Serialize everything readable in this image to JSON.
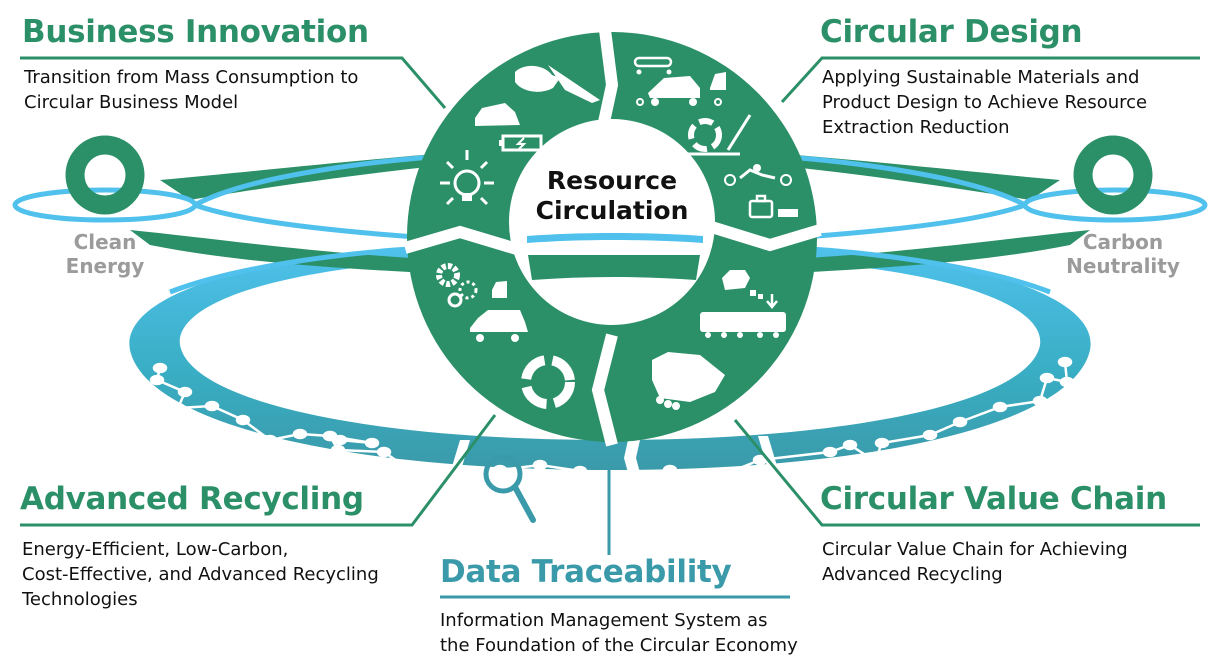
{
  "colors": {
    "green": "#2b9068",
    "teal": "#3a9aa9",
    "sky_blue": "#4fc1ec",
    "gray_label": "#9b9b9b",
    "text": "#111111"
  },
  "center": {
    "label_line1": "Resource",
    "label_line2": "Circulation"
  },
  "side_labels": {
    "left": {
      "line1": "Clean",
      "line2": "Energy"
    },
    "right": {
      "line1": "Carbon",
      "line2": "Neutrality"
    }
  },
  "sections": {
    "business_innovation": {
      "title": "Business Innovation",
      "desc": [
        "Transition from Mass Consumption to",
        "Circular Business Model"
      ],
      "icons": [
        "hand-giving-icon",
        "ev-car-icon",
        "battery-charging-icon",
        "lightbulb-icon"
      ]
    },
    "circular_design": {
      "title": "Circular Design",
      "desc": [
        "Applying Sustainable Materials and",
        "Product Design to Achieve Resource",
        "Extraction Reduction"
      ],
      "icons": [
        "conveyor-icon",
        "car-body-icon",
        "car-door-icon",
        "recycle-icon",
        "pencil-icon",
        "molecule-icon",
        "battery-pack-icon"
      ]
    },
    "advanced_recycling": {
      "title": "Advanced Recycling",
      "desc": [
        "Energy-Efficient, Low-Carbon,",
        "Cost-Effective, and Advanced Recycling",
        "Technologies"
      ],
      "icons": [
        "gears-icon",
        "car-door-icon",
        "car-body-icon",
        "recycle-icon"
      ]
    },
    "circular_value_chain": {
      "title": "Circular Value Chain",
      "desc": [
        "Circular Value Chain for Achieving",
        "Advanced Recycling"
      ],
      "icons": [
        "scrap-pile-icon",
        "truck-icon",
        "handshake-icon"
      ]
    },
    "data_traceability": {
      "title": "Data Traceability",
      "desc": [
        "Information Management System as",
        "the Foundation of the Circular Economy"
      ],
      "icons": [
        "magnifier-icon",
        "data-network-icon"
      ]
    }
  }
}
